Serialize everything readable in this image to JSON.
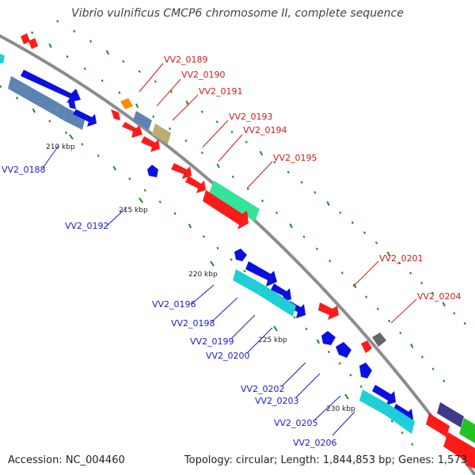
{
  "title": "Vibrio vulnificus CMCP6 chromosome II, complete sequence",
  "footer": {
    "accession": "Accession: NC_004460",
    "topology": "Topology: circular; Length: 1,844,853 bp; Genes: 1,573"
  },
  "colors": {
    "backbone": "#8c8c8c",
    "forward_label": "#d11a1a",
    "reverse_label": "#1a1acc",
    "red": "#ff1a1a",
    "blue": "#0a10e0",
    "steelblue": "#5b84b3",
    "cyan": "#1ecfd6",
    "mint": "#35e39b",
    "orange": "#ff8a00",
    "olive": "#b9ad72",
    "gray": "#666666",
    "navy": "#3e3a8a",
    "green": "#22c322",
    "gc_tick": "#1a8a1a"
  },
  "scale_ticks": [
    "210 kbp",
    "215 kbp",
    "220 kbp",
    "225 kbp",
    "230 kbp"
  ],
  "gene_labels_forward": [
    "VV2_0189",
    "VV2_0190",
    "VV2_0191",
    "VV2_0193",
    "VV2_0194",
    "VV2_0195",
    "VV2_0201",
    "VV2_0204"
  ],
  "gene_labels_reverse": [
    "VV2_0188",
    "VV2_0192",
    "VV2_0196",
    "VV2_0198",
    "VV2_0199",
    "VV2_0200",
    "VV2_0202",
    "VV2_0203",
    "VV2_0205",
    "VV2_0206"
  ]
}
